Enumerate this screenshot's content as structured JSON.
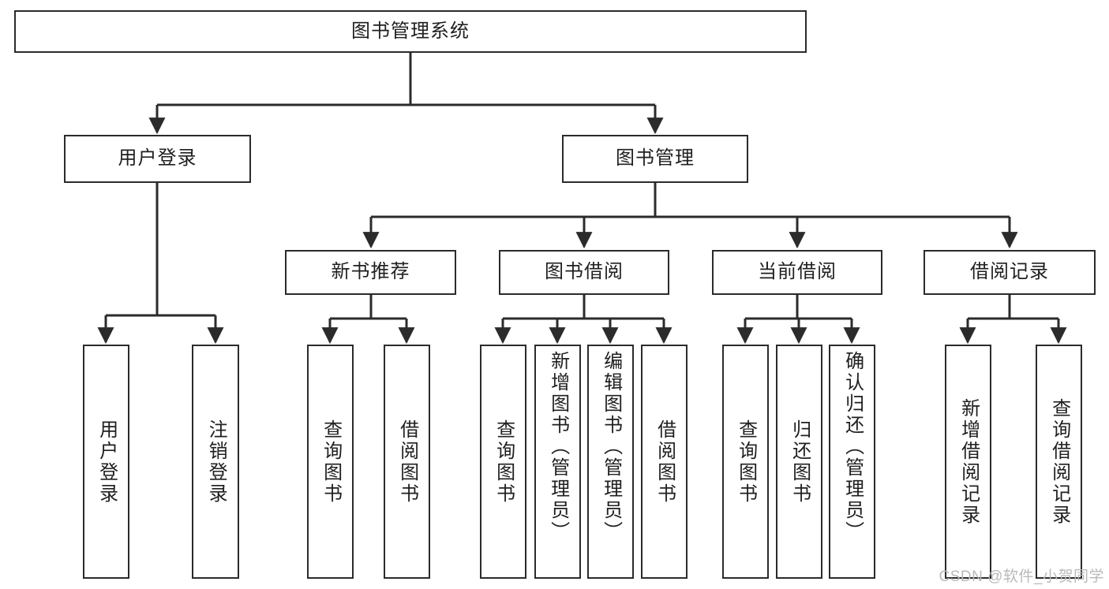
{
  "diagram": {
    "title": "图书管理系统",
    "type": "tree",
    "watermark": "CSDN @软件_小贺同学",
    "colors": {
      "stroke": "#2b2b2b",
      "fill": "#ffffff",
      "text": "#1f1f1f",
      "watermark": "#b9b9b9"
    },
    "root": {
      "label": "图书管理系统"
    },
    "level1": [
      {
        "label": "用户登录"
      },
      {
        "label": "图书管理"
      }
    ],
    "level2": [
      {
        "label": "新书推荐"
      },
      {
        "label": "图书借阅"
      },
      {
        "label": "当前借阅"
      },
      {
        "label": "借阅记录"
      }
    ],
    "leaves": {
      "user_login": [
        {
          "label": "用户登录"
        },
        {
          "label": "注销登录"
        }
      ],
      "new_book_recommend": [
        {
          "label": "查询图书"
        },
        {
          "label": "借阅图书"
        }
      ],
      "book_borrow": [
        {
          "label": "查询图书"
        },
        {
          "label": "新增图书（管理员）"
        },
        {
          "label": "编辑图书（管理员）"
        },
        {
          "label": "借阅图书"
        }
      ],
      "current_borrow": [
        {
          "label": "查询图书"
        },
        {
          "label": "归还图书"
        },
        {
          "label": "确认归还（管理员）"
        }
      ],
      "borrow_record": [
        {
          "label": "新增借阅记录"
        },
        {
          "label": "查询借阅记录"
        }
      ]
    }
  }
}
